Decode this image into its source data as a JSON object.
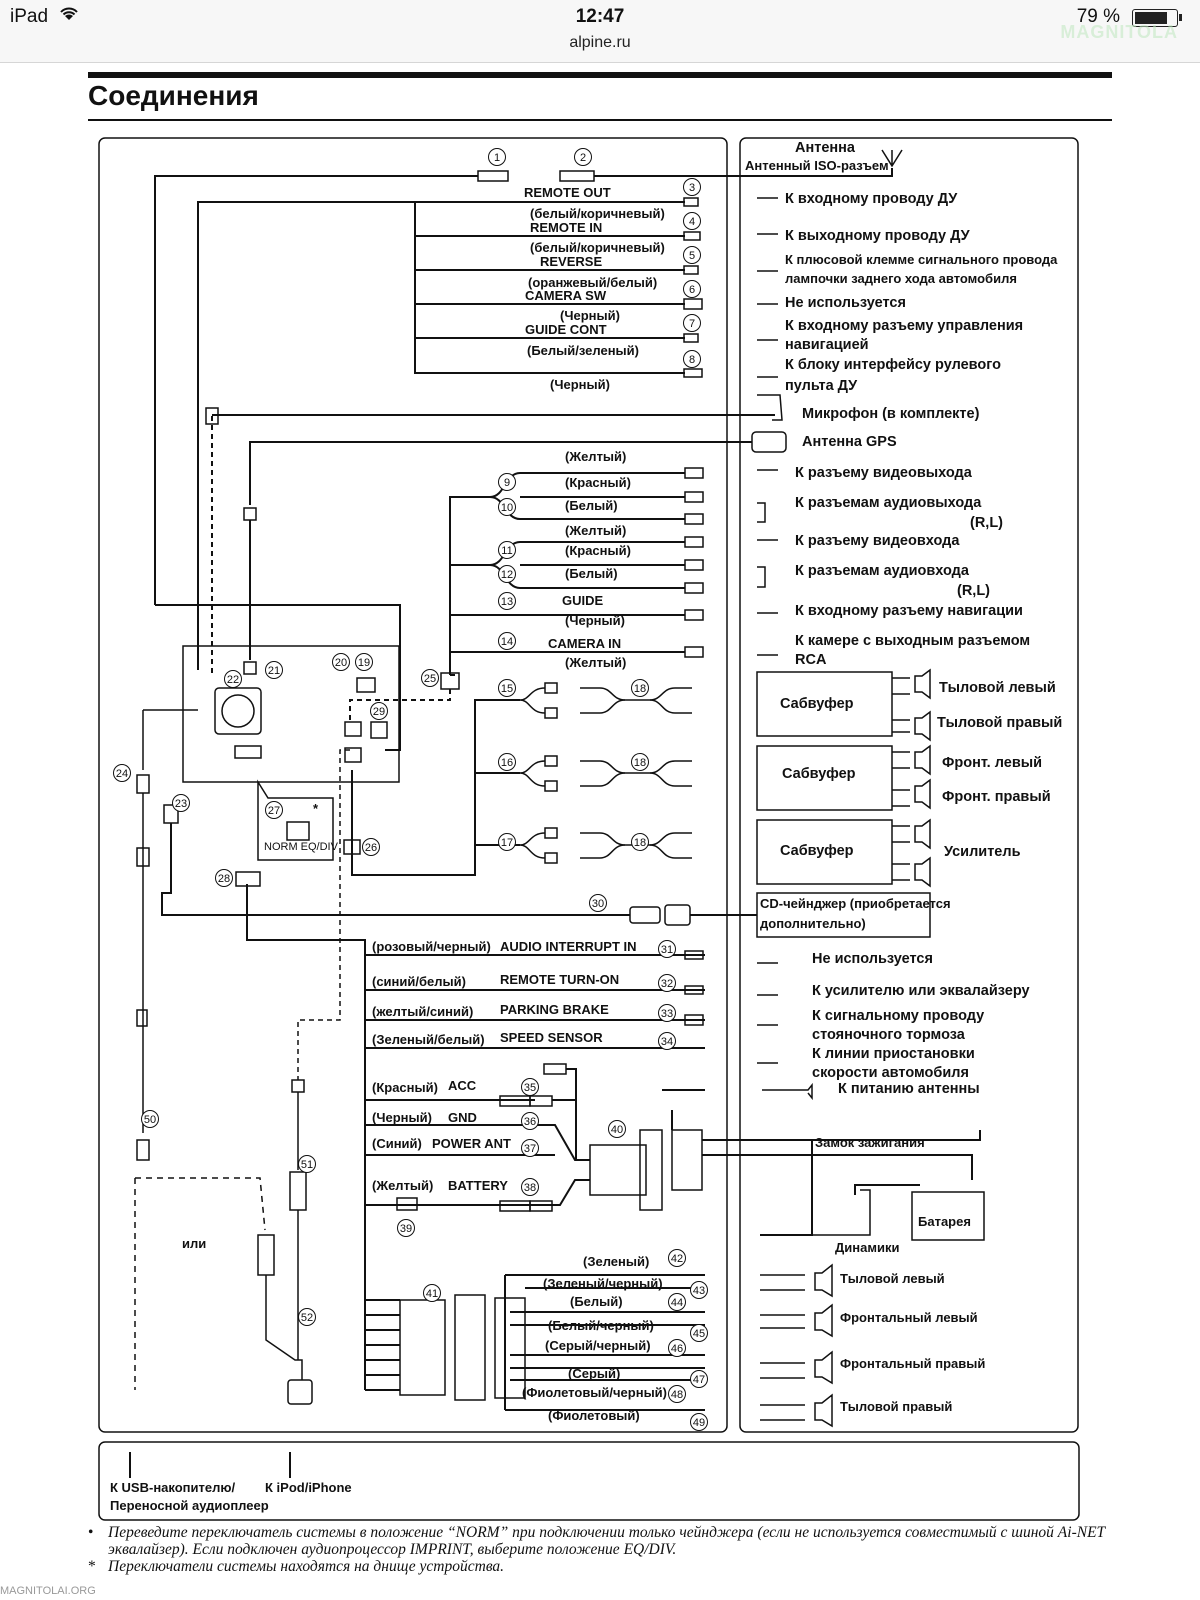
{
  "status_bar": {
    "device": "iPad",
    "time": "12:47",
    "url": "alpine.ru",
    "battery": "79 %",
    "battery_level": 0.79,
    "watermark": "MAGNITOLA"
  },
  "page": {
    "title": "Соединения"
  },
  "diagram": {
    "antenna": "Антенна",
    "antenna_iso": "Антенный ISO-разъем",
    "circles_top": [
      "1",
      "2"
    ],
    "wires_top": [
      {
        "n": "3",
        "name": "REMOTE OUT",
        "color": "(белый/коричневый)",
        "dest": "К входному проводу ДУ"
      },
      {
        "n": "4",
        "name": "REMOTE IN",
        "color": "(белый/коричневый)",
        "dest": "К выходному проводу ДУ"
      },
      {
        "n": "5",
        "name": "REVERSE",
        "color": "(оранжевый/белый)",
        "dest_1": "К плюсовой клемме сигнального провода",
        "dest_2": "лампочки заднего хода автомобиля"
      },
      {
        "n": "6",
        "name": "CAMERA SW",
        "color": "(Черный)",
        "dest": "Не используется"
      },
      {
        "n": "7",
        "name": "GUIDE CONT",
        "color": "(Белый/зеленый)",
        "dest_1": "К входному разъему управления",
        "dest_2": "навигацией"
      },
      {
        "n": "8",
        "name": "",
        "color": "(Черный)",
        "dest_1": "К блоку интерфейсу рулевого",
        "dest_2": "пульта ДУ"
      }
    ],
    "mic": "Микрофон (в комплекте)",
    "gps": "Антенна GPS",
    "rca": {
      "yellow": "(Желтый)",
      "red": "(Красный)",
      "white": "(Белый)",
      "black": "(Черный)",
      "guide": "GUIDE",
      "camera_in": "CAMERA IN",
      "video_out": "К разъему видеовыхода",
      "audio_out_1": "К разъемам аудиовыхода",
      "audio_out_2": "(R,L)",
      "video_in": "К разъему видеовхода",
      "audio_in_1": "К разъемам аудиовхода",
      "audio_in_2": "(R,L)",
      "nav_in": "К входному разъему навигации",
      "camera_1": "К камере с выходным разъемом",
      "camera_2": "RCA",
      "n9": "9",
      "n10": "10",
      "n11": "11",
      "n12": "12",
      "n13": "13",
      "n14": "14"
    },
    "amps": {
      "subwoofer": "Сабвуфер",
      "rear_left": "Тыловой левый",
      "rear_right": "Тыловой правый",
      "front_left": "Фронт. левый",
      "front_right": "Фронт. правый",
      "amplifier": "Усилитель",
      "n15": "15",
      "n16": "16",
      "n17": "17",
      "n18": "18"
    },
    "unit_circles": [
      "19",
      "20",
      "21",
      "22",
      "23",
      "24",
      "25",
      "26",
      "27",
      "28",
      "29",
      "30"
    ],
    "switch_label": "NORM EQ/DIV",
    "cd_changer_1": "CD-чейнджер (приобретается",
    "cd_changer_2": "дополнительно)",
    "wires_bottom": [
      {
        "n": "31",
        "color": "(розовый/черный)",
        "name": "AUDIO INTERRUPT IN",
        "dest": "Не используется"
      },
      {
        "n": "32",
        "color": "(синий/белый)",
        "name": "REMOTE TURN-ON",
        "dest": "К усилителю или эквалайзеру"
      },
      {
        "n": "33",
        "color": "(желтый/синий)",
        "name": "PARKING BRAKE",
        "dest_1": "К сигнальному проводу",
        "dest_2": "стояночного тормоза"
      },
      {
        "n": "34",
        "color": "(Зеленый/белый)",
        "name": "SPEED SENSOR",
        "dest_1": "К линии приостановки",
        "dest_2": "скорости автомобиля"
      }
    ],
    "power": [
      {
        "n": "36",
        "color": "(Красный)",
        "name": "ACC"
      },
      {
        "n": "36",
        "color": "(Черный)",
        "name": "GND"
      },
      {
        "n": "37",
        "color": "(Синий)",
        "name": "POWER ANT"
      },
      {
        "n": "38",
        "color": "(Желтый)",
        "name": "BATTERY"
      }
    ],
    "n35": "35",
    "n39": "39",
    "n40": "40",
    "n41": "41",
    "antenna_power": "К питанию антенны",
    "ignition": "Замок зажигания",
    "battery_label": "Батарея",
    "speakers_label": "Динамики",
    "speaker_wires": [
      {
        "n": "42",
        "color": "(Зеленый)"
      },
      {
        "n": "43",
        "color": "(Зеленый/черный)"
      },
      {
        "n": "44",
        "color": "(Белый)"
      },
      {
        "n": "45",
        "color": "(Белый/черный)"
      },
      {
        "n": "46",
        "color": "(Серый/черный)"
      },
      {
        "n": "47",
        "color": "(Серый)"
      },
      {
        "n": "48",
        "color": "(Фиолетовый/черный)"
      },
      {
        "n": "49",
        "color": "(Фиолетовый)"
      }
    ],
    "speakers": [
      "Тыловой левый",
      "Фронтальный левый",
      "Фронтальный правый",
      "Тыловой правый"
    ],
    "ili": "или",
    "n50": "50",
    "n51": "51",
    "n52": "52",
    "usb_1": "К USB-накопителю/",
    "usb_2": "Переносной аудиоплеер",
    "ipod": "К iPod/iPhone"
  },
  "notes": [
    {
      "mark": "•",
      "text": "Переведите переключатель системы в положение “NORM” при подключении только чейнджера (если не используется совместимый с шиной Ai-NET эквалайзер). Если подключен аудиопроцессор IMPRINT, выберите положение EQ/DIV."
    },
    {
      "mark": "*",
      "text": "Переключатели системы находятся на днище устройства."
    }
  ],
  "footer": "MAGNITOLAI.ORG"
}
